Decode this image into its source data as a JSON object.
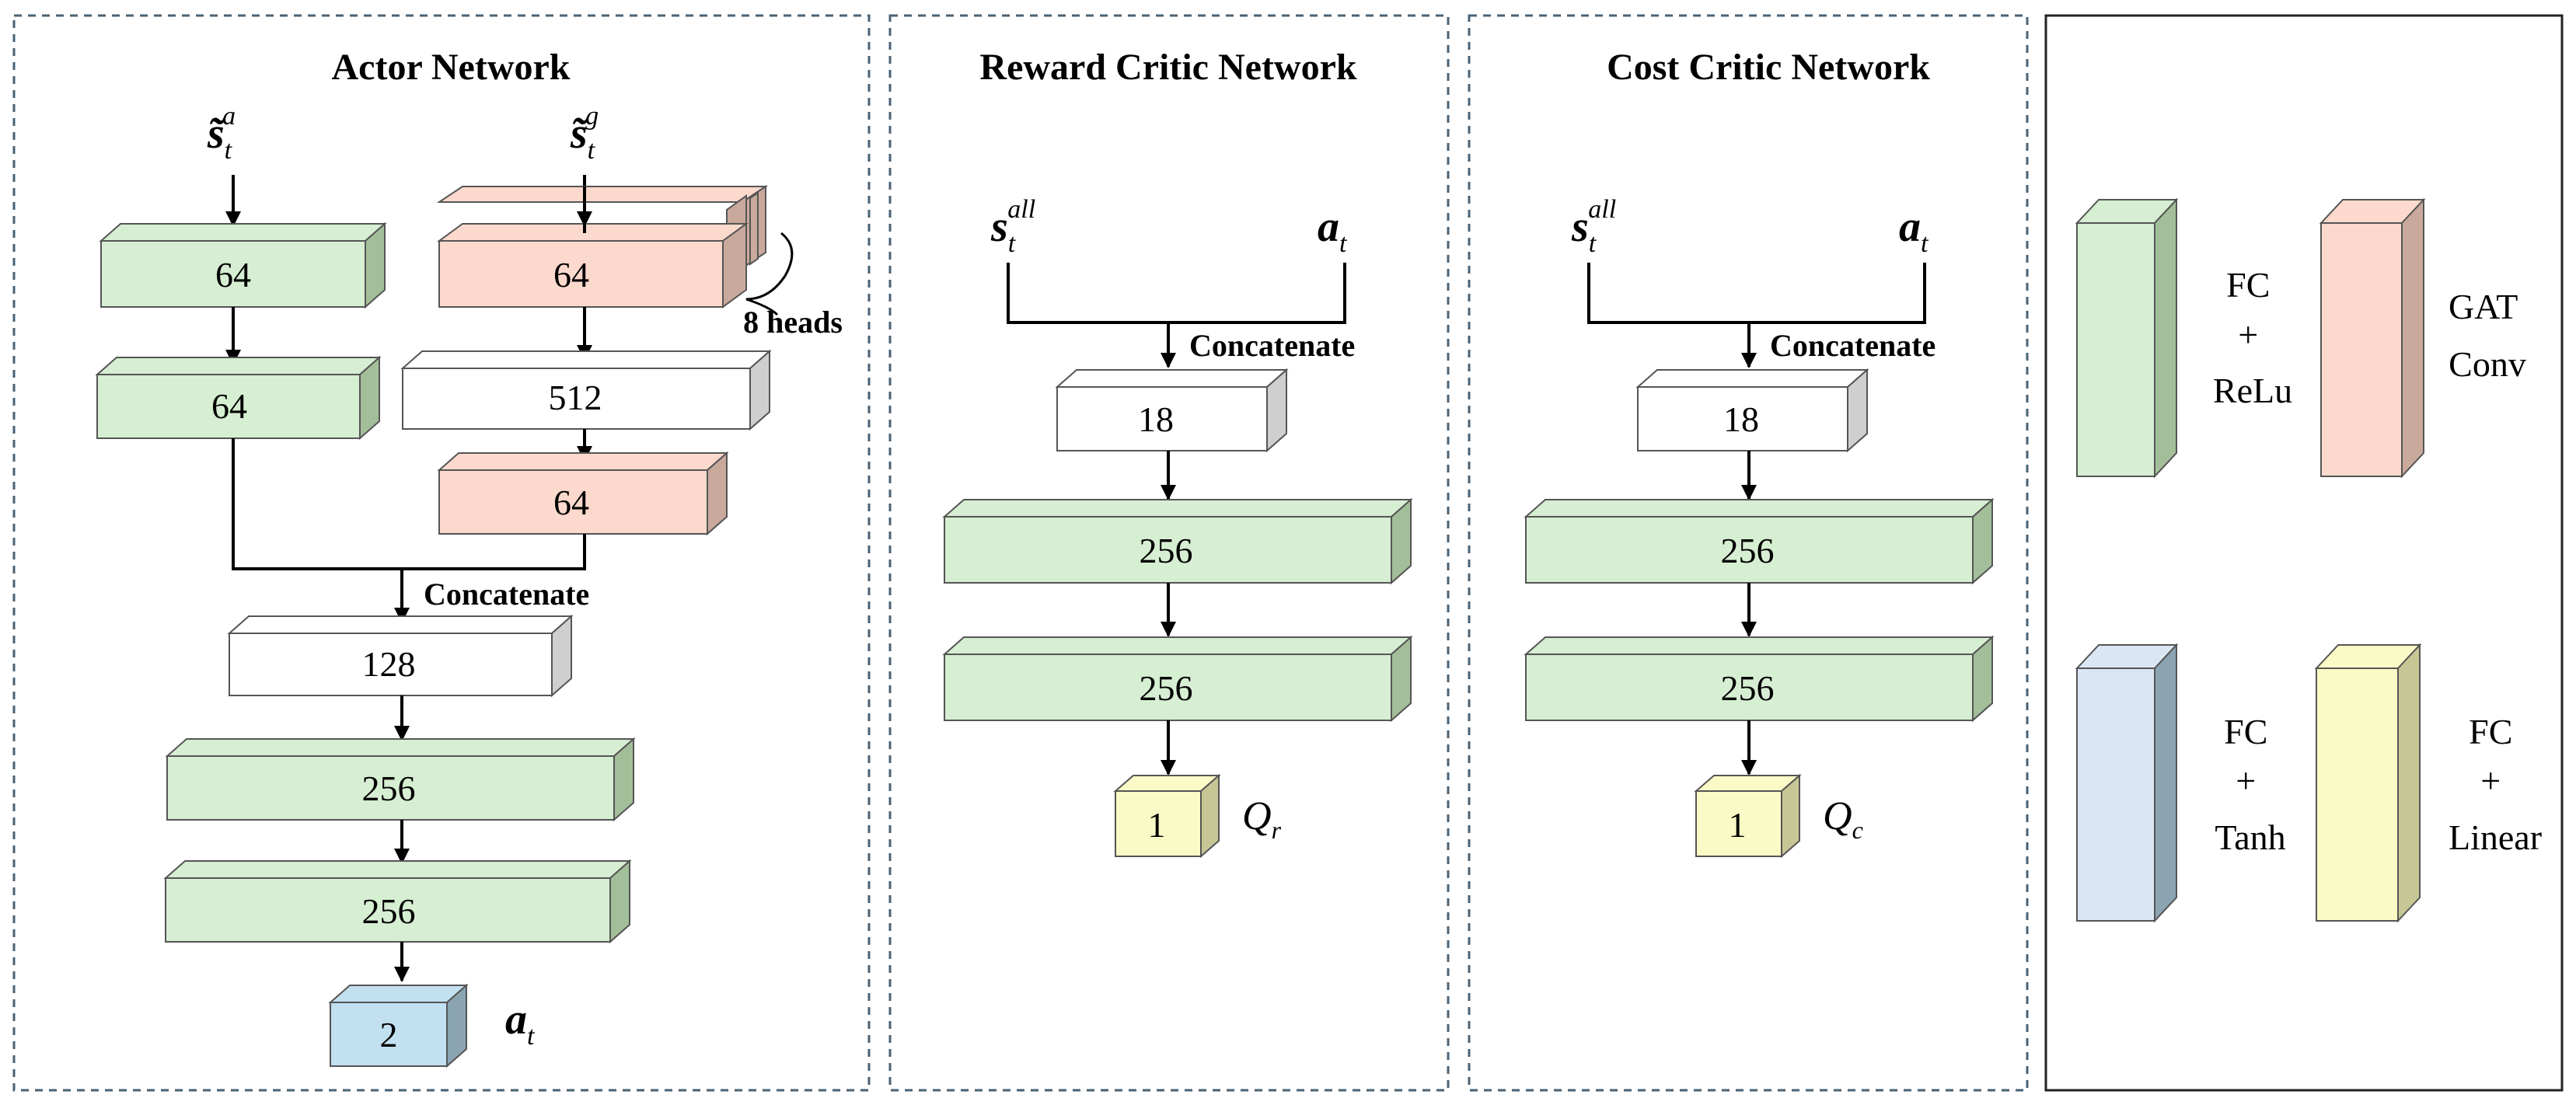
{
  "panels": {
    "actor": {
      "title": "Actor Network"
    },
    "reward": {
      "title": "Reward Critic Network"
    },
    "cost": {
      "title": "Cost Critic Network"
    }
  },
  "actor": {
    "input_agent": {
      "symbol": "s̃",
      "sub": "t",
      "sup": "a"
    },
    "input_graph": {
      "symbol": "s̃",
      "sub": "t",
      "sup": "g"
    },
    "fc1": "64",
    "gat1": "64",
    "heads_label": "8 heads",
    "fc2": "64",
    "hidden_512": "512",
    "gat2": "64",
    "concat_label": "Concatenate",
    "hidden_128": "128",
    "fc3": "256",
    "fc4": "256",
    "out": "2",
    "out_label": {
      "symbol": "a",
      "sub": "t"
    }
  },
  "reward_critic": {
    "input_state": {
      "symbol": "s",
      "sub": "t",
      "sup": "all"
    },
    "input_action": {
      "symbol": "a",
      "sub": "t"
    },
    "concat_label": "Concatenate",
    "hidden_18": "18",
    "fc1": "256",
    "fc2": "256",
    "out": "1",
    "out_label": {
      "symbol": "Q",
      "sub": "r"
    }
  },
  "cost_critic": {
    "input_state": {
      "symbol": "s",
      "sub": "t",
      "sup": "all"
    },
    "input_action": {
      "symbol": "a",
      "sub": "t"
    },
    "concat_label": "Concatenate",
    "hidden_18": "18",
    "fc1": "256",
    "fc2": "256",
    "out": "1",
    "out_label": {
      "symbol": "Q",
      "sub": "c"
    }
  },
  "legend": {
    "fc_relu": {
      "line1": "FC",
      "line2": "+",
      "line3": "ReLu"
    },
    "gat": {
      "line1": "GAT",
      "line2": "Conv"
    },
    "fc_tanh": {
      "line1": "FC",
      "line2": "+",
      "line3": "Tanh"
    },
    "fc_linear": {
      "line1": "FC",
      "line2": "+",
      "line3": "Linear"
    }
  },
  "colors": {
    "fc_relu": "#d6eed2",
    "fc_relu_side": "#a3bf9a",
    "gat": "#fbd9cc",
    "gat_side": "#c9a99c",
    "fc_tanh": "#c2e0f0",
    "fc_tanh_side": "#8aa4b2",
    "fc_tanh_legend": "#dae6f4",
    "fc_linear": "#fafac6",
    "fc_linear_side": "#c7c796",
    "plain": "#ffffff",
    "plain_side": "#cfcfcf",
    "panel_border": "#4a6274"
  }
}
